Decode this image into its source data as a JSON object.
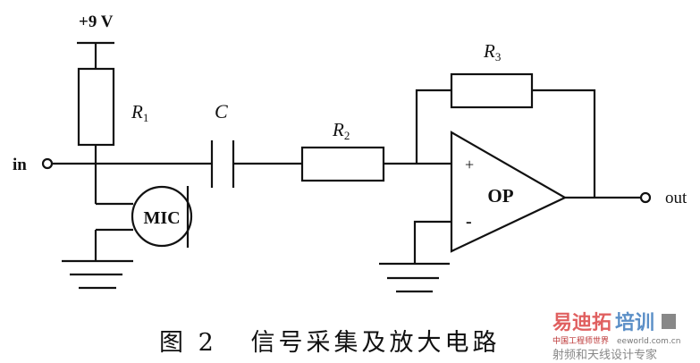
{
  "labels": {
    "supply": "+9 V",
    "input": "in",
    "output": "out",
    "r1": "R",
    "r1_sub": "1",
    "r2": "R",
    "r2_sub": "2",
    "r3": "R",
    "r3_sub": "3",
    "capacitor": "C",
    "mic": "MIC",
    "opamp": "OP",
    "plus": "+",
    "minus": "-"
  },
  "caption": "图 2   信号采集及放大电路",
  "watermark": {
    "brand": "易迪拓培训",
    "site_cn": "中国工程师世界",
    "site": "eeworld.com.cn",
    "slogan": "射频和天线设计专家",
    "brand_color": "#e06060",
    "brand_color2": "#5b8fc7"
  }
}
